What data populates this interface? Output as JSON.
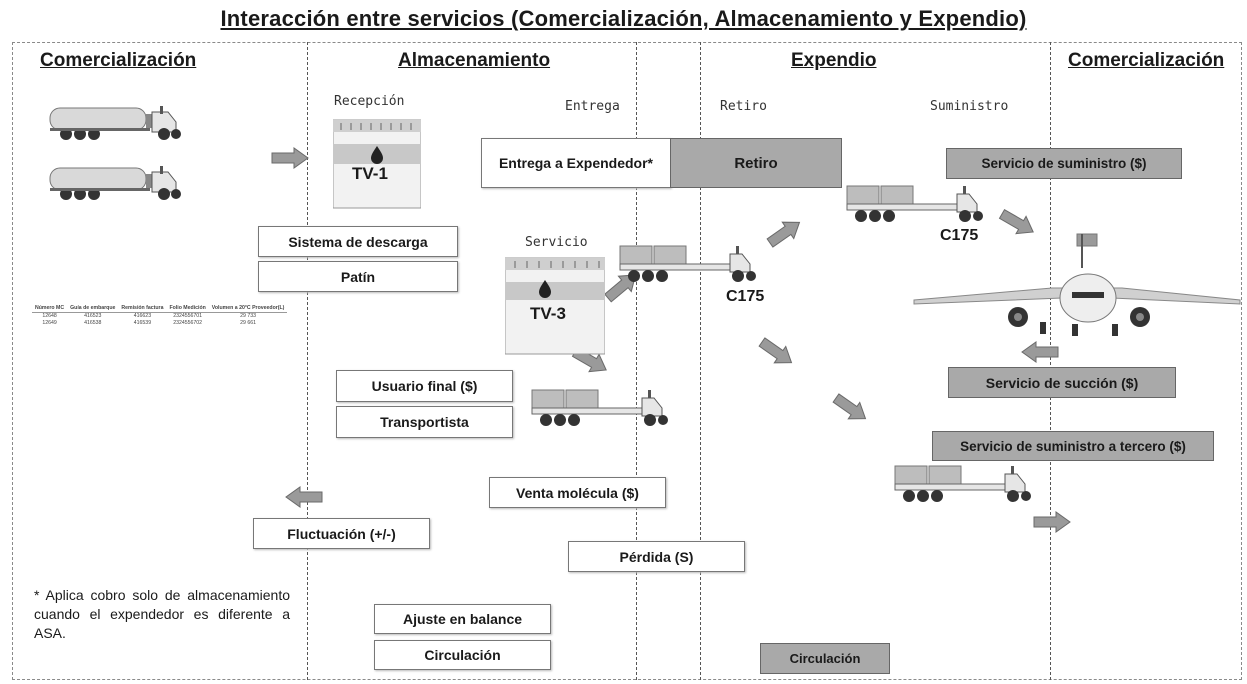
{
  "title": "Interacción entre servicios (Comercialización, Almacenamiento y Expendio)",
  "sections": {
    "comercializacion_left": "Comercialización",
    "almacenamiento": "Almacenamiento",
    "expendio": "Expendio",
    "comercializacion_right": "Comercialización"
  },
  "subheads": {
    "recepcion": "Recepción",
    "entrega": "Entrega",
    "retiro": "Retiro",
    "suministro": "Suministro",
    "servicio": "Servicio"
  },
  "tanks": {
    "tv1": "TV-1",
    "tv3": "TV-3"
  },
  "trucks": {
    "c175_a": "C175",
    "c175_b": "C175"
  },
  "boxes": {
    "sistema_descarga": "Sistema de descarga",
    "patin": "Patín",
    "entrega_expendedor": "Entrega a Expendedor*",
    "retiro": "Retiro",
    "servicio_suministro": "Servicio de suministro ($)",
    "servicio_succion": "Servicio de succión ($)",
    "servicio_suministro_tercero": "Servicio de suministro a tercero ($)",
    "usuario_final": "Usuario final ($)",
    "transportista": "Transportista",
    "venta_molecula": "Venta molécula ($)",
    "perdida": "Pérdida (S)",
    "fluctuacion": "Fluctuación (+/-)",
    "ajuste_balance": "Ajuste en balance",
    "circulacion_left": "Circulación",
    "circulacion_right": "Circulación"
  },
  "note": "* Aplica cobro solo de almacenamiento cuando el expendedor es diferente a ASA.",
  "table": {
    "headers": [
      "Número MC",
      "Guía de embarque",
      "Remisión factura",
      "Folio Medición",
      "Volumen a 20°C Proveedor(L)"
    ],
    "rows": [
      [
        "12648",
        "416523",
        "416623",
        "2324556701",
        "29 733"
      ],
      [
        "12649",
        "416538",
        "416539",
        "2324556702",
        "29 661"
      ]
    ]
  },
  "colors": {
    "arrow": "#9a9a9a",
    "gray_box": "#a9a9a9",
    "tanker_body": "#c8c8c8"
  }
}
